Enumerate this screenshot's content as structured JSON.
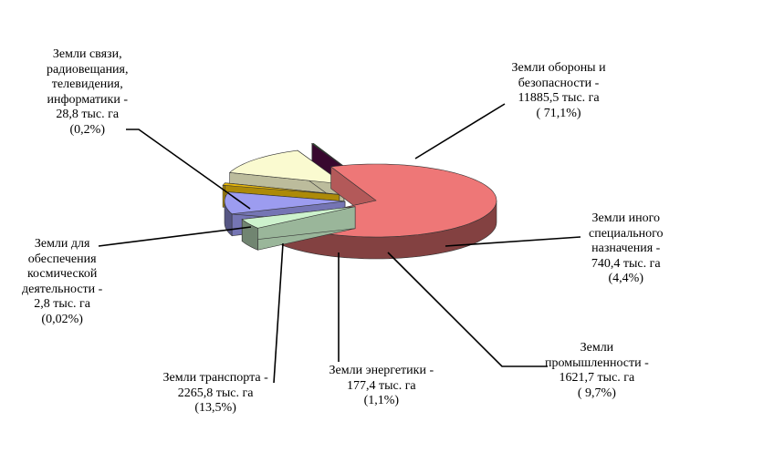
{
  "chart_data": {
    "type": "pie",
    "style": "3d-exploded",
    "legend": "none",
    "unit": "тыс. га",
    "slices": [
      {
        "category": "Земли обороны и безопасности",
        "value": 11885.5,
        "percent": 71.1,
        "color": "#ee7777",
        "label_lines": [
          "Земли обороны и",
          "безопасности -",
          "11885,5 тыс. га",
          "( 71,1%)"
        ]
      },
      {
        "category": "Земли иного специального назначения",
        "value": 740.4,
        "percent": 4.4,
        "color": "#cdf2cd",
        "label_lines": [
          "Земли иного",
          "специального",
          "назначения -",
          "740,4 тыс. га",
          "(4,4%)"
        ]
      },
      {
        "category": "Земли промышленности",
        "value": 1621.7,
        "percent": 9.7,
        "color": "#9c9cf0",
        "label_lines": [
          "Земли",
          "промышленности -",
          "1621,7 тыс. га",
          "( 9,7%)"
        ]
      },
      {
        "category": "Земли энергетики",
        "value": 177.4,
        "percent": 1.1,
        "color": "#e7b80a",
        "label_lines": [
          "Земли энергетики -",
          "177,4 тыс. га",
          "(1,1%)"
        ]
      },
      {
        "category": "Земли транспорта",
        "value": 2265.8,
        "percent": 13.5,
        "color": "#fafad0",
        "label_lines": [
          "Земли транспорта -",
          "2265,8 тыс. га",
          "(13,5%)"
        ]
      },
      {
        "category": "Земли для обеспечения космической деятельности",
        "value": 2.8,
        "percent": 0.02,
        "color": "#4a0a3e",
        "label_lines": [
          "Земли для",
          "обеспечения",
          "космической",
          "деятельности -",
          "2,8 тыс. га",
          "(0,02%)"
        ]
      },
      {
        "category": "Земли связи, радиовещания, телевидения, информатики",
        "value": 28.8,
        "percent": 0.2,
        "color": "#2e9a2e",
        "label_lines": [
          "Земли связи,",
          "радиовещания,",
          "телевидения,",
          "информатики -",
          "28,8 тыс. га",
          "(0,2%)"
        ]
      }
    ]
  }
}
